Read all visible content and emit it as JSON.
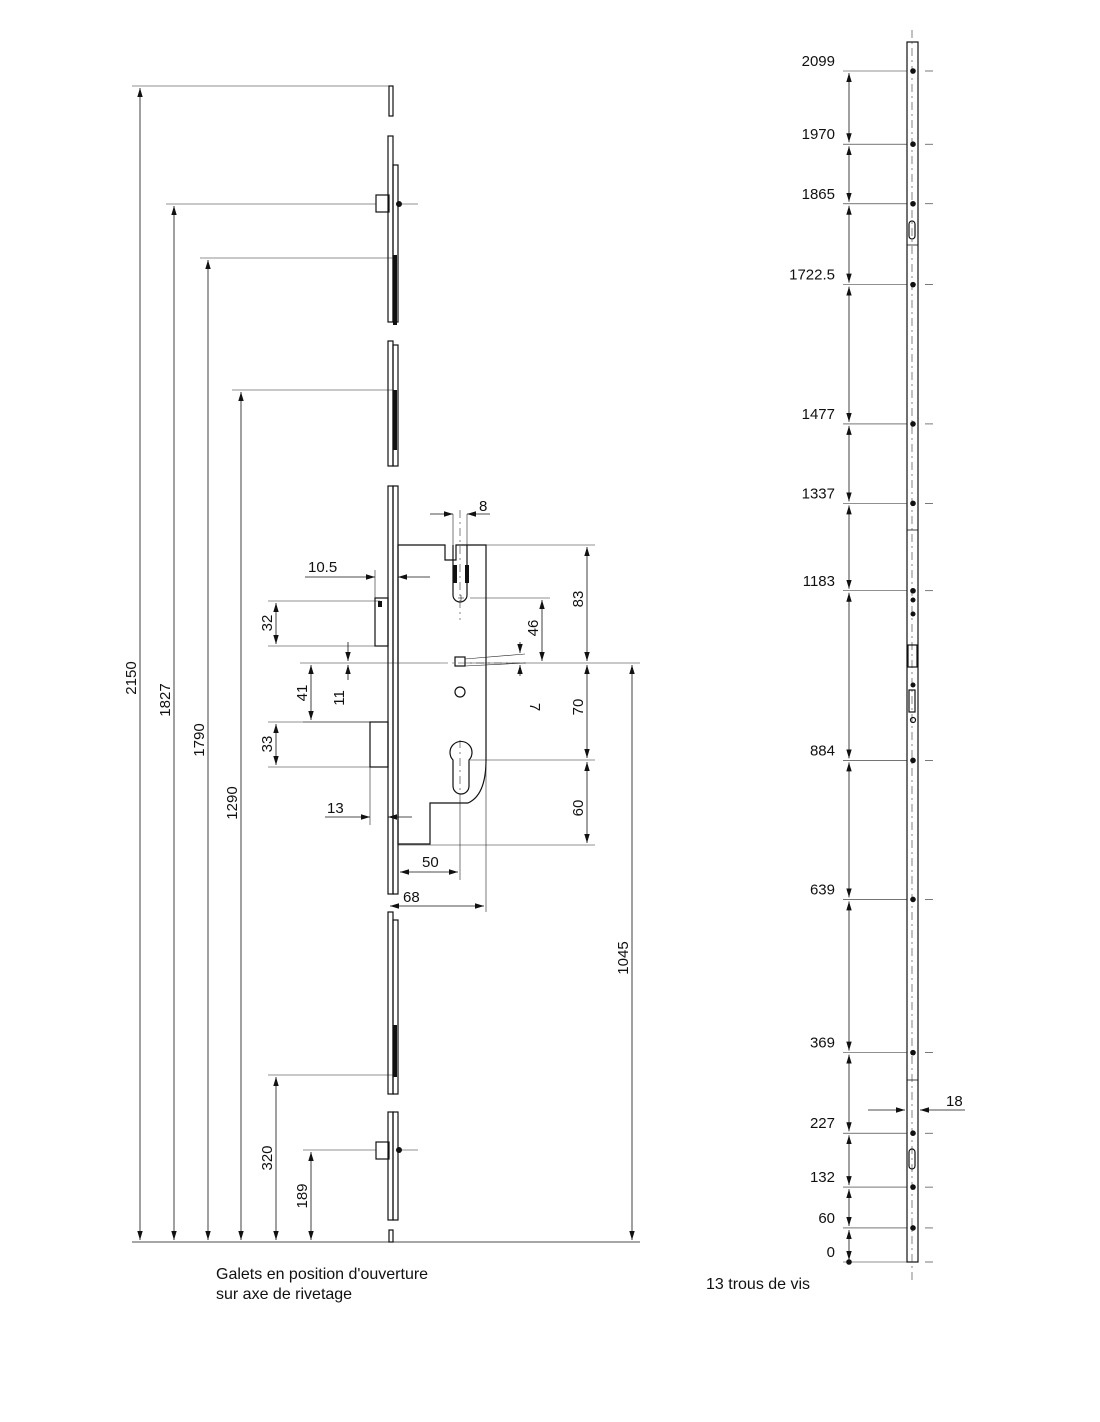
{
  "left_view": {
    "height_dims": [
      "2150",
      "1827",
      "1790",
      "1290",
      "320",
      "189"
    ],
    "lock_dims": {
      "d8": "8",
      "d10_5": "10.5",
      "d32": "32",
      "d46": "46",
      "d83": "83",
      "d41": "41",
      "d11": "11",
      "d7": "7",
      "d70": "70",
      "d33": "33",
      "d13": "13",
      "d60": "60",
      "d50": "50",
      "d68": "68",
      "d1045": "1045"
    },
    "caption_line1": "Galets en position d'ouverture",
    "caption_line2": "sur axe de rivetage"
  },
  "right_view": {
    "hole_labels": [
      "2099",
      "1970",
      "1865",
      "1722.5",
      "1477",
      "1337",
      "1183",
      "884",
      "639",
      "369",
      "227",
      "132",
      "60",
      "0"
    ],
    "width_dim": "18",
    "caption": "13 trous de vis"
  },
  "colors": {
    "ink": "#111111",
    "background": "#ffffff"
  }
}
